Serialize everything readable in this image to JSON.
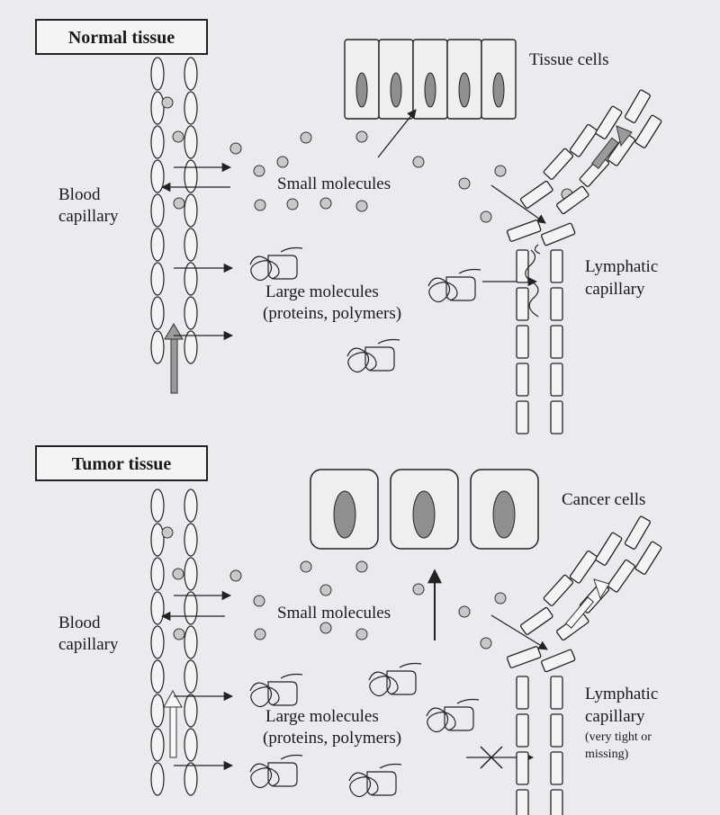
{
  "normal": {
    "title": "Normal tissue",
    "tissue_cells": "Tissue cells",
    "blood_capillary": [
      "Blood",
      "capillary"
    ],
    "small_molecules": "Small molecules",
    "large_molecules": [
      "Large molecules",
      "(proteins, polymers)"
    ],
    "lymphatic_capillary": [
      "Lymphatic",
      "capillary"
    ]
  },
  "tumor": {
    "title": "Tumor tissue",
    "cancer_cells": "Cancer cells",
    "blood_capillary": [
      "Blood",
      "capillary"
    ],
    "small_molecules": "Small molecules",
    "large_molecules": [
      "Large molecules",
      "(proteins, polymers)"
    ],
    "lymphatic_capillary": [
      "Lymphatic",
      "capillary"
    ],
    "lymphatic_note": [
      "(very tight or",
      "missing)"
    ]
  },
  "colors": {
    "background": "#e9ebee",
    "line": "#222222",
    "nucleus": "#8f8f8f",
    "blood_arrow": "#9a9a9a"
  }
}
